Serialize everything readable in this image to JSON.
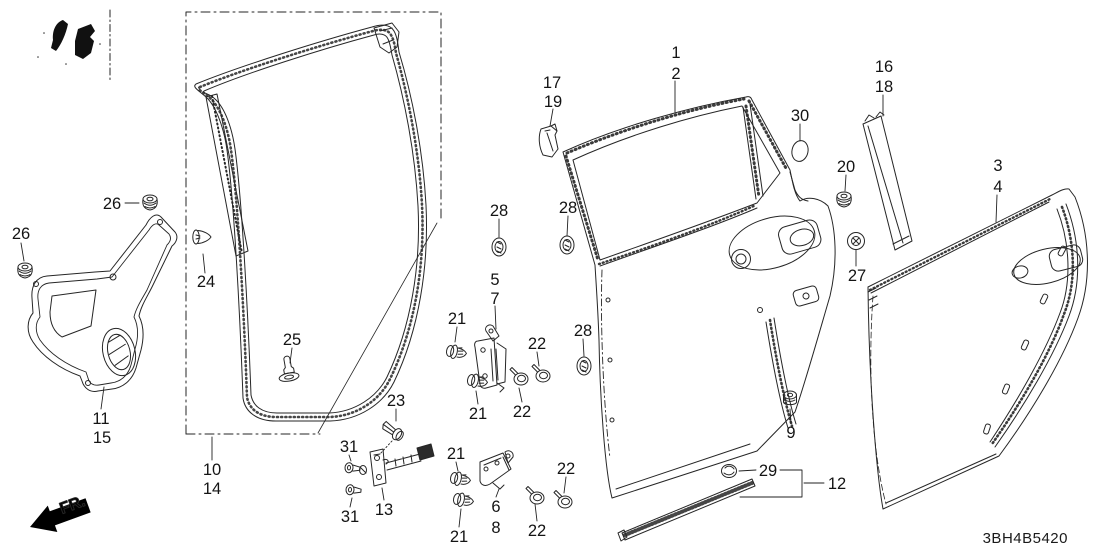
{
  "diagram": {
    "code": "3BH4B5420",
    "direction_label": "FR.",
    "line_color": "#262626",
    "background": "#ffffff"
  },
  "callouts": [
    {
      "text": "1"
    },
    {
      "text": "2"
    },
    {
      "text": "17"
    },
    {
      "text": "19"
    },
    {
      "text": "16"
    },
    {
      "text": "18"
    },
    {
      "text": "30"
    },
    {
      "text": "20"
    },
    {
      "text": "27"
    },
    {
      "text": "3"
    },
    {
      "text": "4"
    },
    {
      "text": "26"
    },
    {
      "text": "26"
    },
    {
      "text": "24"
    },
    {
      "text": "11"
    },
    {
      "text": "15"
    },
    {
      "text": "10"
    },
    {
      "text": "14"
    },
    {
      "text": "25"
    },
    {
      "text": "28"
    },
    {
      "text": "28"
    },
    {
      "text": "28"
    },
    {
      "text": "5"
    },
    {
      "text": "7"
    },
    {
      "text": "21"
    },
    {
      "text": "21"
    },
    {
      "text": "22"
    },
    {
      "text": "22"
    },
    {
      "text": "23"
    },
    {
      "text": "31"
    },
    {
      "text": "31"
    },
    {
      "text": "13"
    },
    {
      "text": "21"
    },
    {
      "text": "21"
    },
    {
      "text": "6"
    },
    {
      "text": "8"
    },
    {
      "text": "22"
    },
    {
      "text": "22"
    },
    {
      "text": "9"
    },
    {
      "text": "29"
    },
    {
      "text": "12"
    }
  ]
}
